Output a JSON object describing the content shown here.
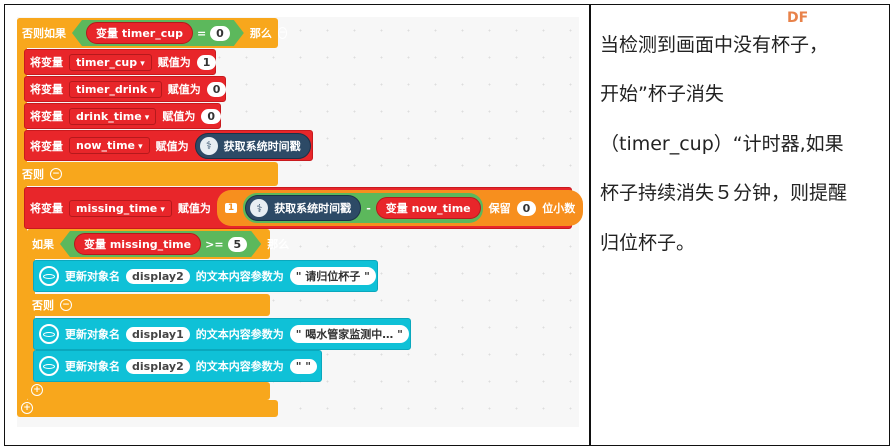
{
  "blocks": {
    "elseif_label": "否则如果",
    "var_label": "变量",
    "timer_cup": "timer_cup",
    "eq": "=",
    "zero": "0",
    "then": "那么",
    "set_label": "将变量",
    "assign": "赋值为",
    "assigns": [
      {
        "var": "timer_cup",
        "val": "1"
      },
      {
        "var": "timer_drink",
        "val": "0"
      },
      {
        "var": "drink_time",
        "val": "0"
      },
      {
        "var": "now_time"
      }
    ],
    "get_time": "获取系统时间戳",
    "else_label": "否则",
    "missing_time": "missing_time",
    "minus": "-",
    "now_time": "now_time",
    "keep": "保留",
    "keep_val": "0",
    "decimals": "位小数",
    "round_icon": "1",
    "if_label": "如果",
    "ge": ">=",
    "five": "5",
    "update": "更新对象名",
    "text_param": "的文本内容参数为",
    "updates": [
      {
        "obj": "display2",
        "text": "\" 请归位杯子 \""
      },
      {
        "obj": "display1",
        "text": "\" 喝水管家监测中… \""
      },
      {
        "obj": "display2",
        "text": "\"   \""
      }
    ]
  },
  "description": {
    "watermark": "DF",
    "lines": [
      "当检测到画面中没有杯子，",
      "开始”杯子消失",
      "（timer_cup）“计时器,如果",
      "杯子持续消失５分钟，则提醒",
      "归位杯子。"
    ]
  },
  "colors": {
    "control": "#f8a71c",
    "variable": "#e8262a",
    "logic": "#5cb85c",
    "display": "#0fc1d7",
    "python": "#2d4a66"
  }
}
